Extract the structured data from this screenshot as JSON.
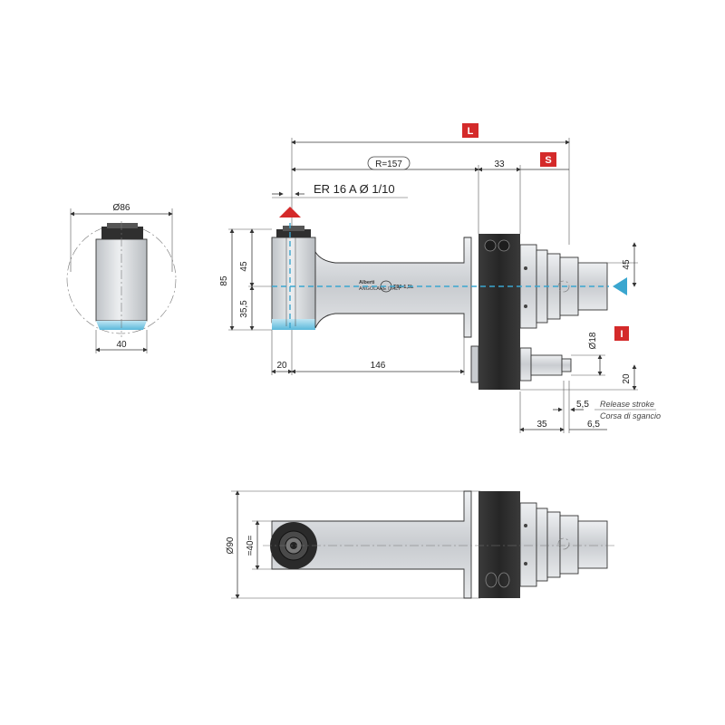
{
  "colors": {
    "accent_red": "#d42a2a",
    "cyan": "#3aa6cf",
    "body_dark": "#2e2e2e",
    "metal": "#d3d5d8"
  },
  "badges": {
    "L": "L",
    "S": "S",
    "I": "I"
  },
  "side_view": {
    "diameter_top": "Ø86",
    "width_bottom": "40"
  },
  "front_view": {
    "radius_label": "R=157",
    "collet_label": "ER 16 A Ø 1/10",
    "dim_33": "33",
    "dim_85": "85",
    "dim_45_left": "45",
    "dim_35_5": "35,5",
    "dim_45_right": "45",
    "dim_18": "Ø18",
    "dim_20_bottom": "20",
    "dim_146": "146",
    "dim_20_right": "20",
    "dim_5_5": "5,5",
    "dim_35": "35",
    "dim_6_5": "6,5",
    "release_en": "Release stroke",
    "release_it": "Corsa di sgancio",
    "brand": "Alberti",
    "brand_sub": "ANGOLARE ITALY",
    "model": "T90-1,5L"
  },
  "top_view": {
    "dim_90": "Ø90",
    "dim_40": "=40="
  }
}
